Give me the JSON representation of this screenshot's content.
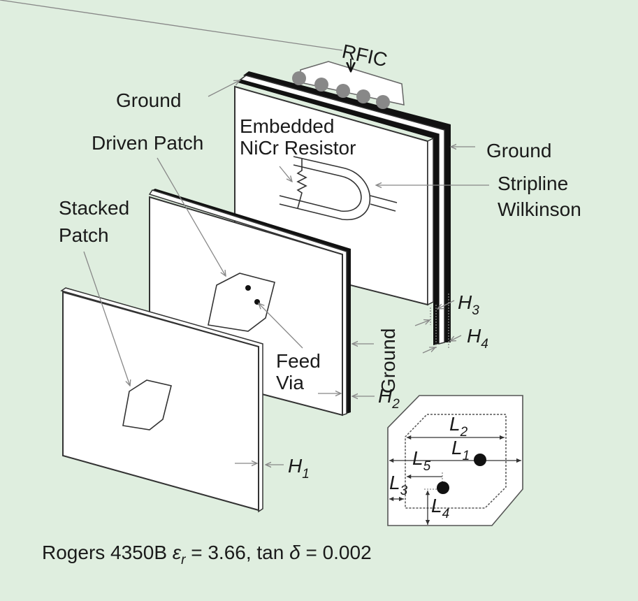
{
  "labels": {
    "rfic": "RFIC",
    "ground_top": "Ground",
    "embedded_1": "Embedded",
    "embedded_2": "NiCr Resistor",
    "driven_patch": "Driven Patch",
    "ground_right": "Ground",
    "stripline_1": "Stripline",
    "stripline_2": "Wilkinson",
    "stacked_1": "Stacked",
    "stacked_2": "Patch",
    "feed_1": "Feed",
    "feed_2": "Via",
    "ground_vertical": "Ground"
  },
  "dimensions": {
    "h1": {
      "letter": "H",
      "sub": "1"
    },
    "h2": {
      "letter": "H",
      "sub": "2"
    },
    "h3": {
      "letter": "H",
      "sub": "3"
    },
    "h4": {
      "letter": "H",
      "sub": "4"
    },
    "l1": {
      "letter": "L",
      "sub": "1"
    },
    "l2": {
      "letter": "L",
      "sub": "2"
    },
    "l3": {
      "letter": "L",
      "sub": "3"
    },
    "l4": {
      "letter": "L",
      "sub": "4"
    },
    "l5": {
      "letter": "L",
      "sub": "5"
    }
  },
  "caption": {
    "material": "Rogers 4350B ",
    "eps": "ε",
    "eps_sub": "r",
    "eps_val": " = 3.66, tan ",
    "delta": "δ",
    "delta_val": " = 0.002"
  },
  "colors": {
    "background": "#dfeedf",
    "ground_plane": "#111111",
    "board": "#ffffff",
    "leader": "#888888"
  }
}
